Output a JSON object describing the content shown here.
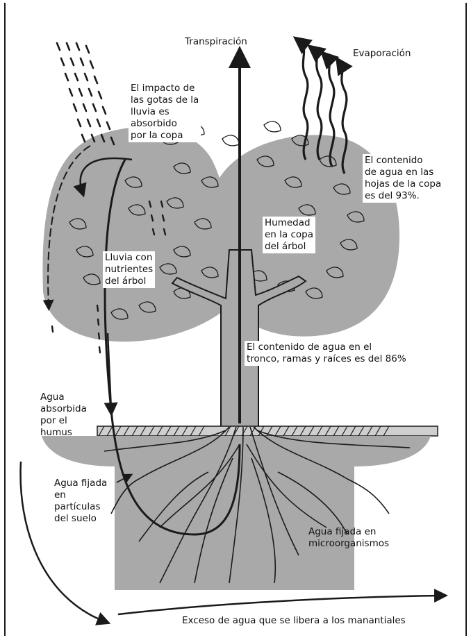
{
  "labels": {
    "transpiracion": "Transpiración",
    "evaporacion": "Evaporación",
    "impacto": "El impacto de\nlas gotas de la\nlluvia es\nabsorbido\npor la copa",
    "contenido_copa": "El contenido\nde agua en las\nhojas de la copa\nes del 93%.",
    "humedad": "Humedad\nen la copa\ndel árbol",
    "lluvia_nutrientes": "Lluvia con\nnutrientes\ndel árbol",
    "contenido_tronco": "El contenido de agua en el\ntronco, ramas y raíces es del 86%",
    "humus": "Agua\nabsorbida\npor el\nhumus",
    "particulas": "Agua fijada\nen\npartículas\ndel suelo",
    "microorganismos": "Agua fijada en\nmicroorganismos",
    "exceso": "Exceso de agua que se libera a los manantiales"
  },
  "colors": {
    "shade": "#a9a9a9",
    "ink": "#1a1a1a",
    "paper": "#ffffff"
  }
}
